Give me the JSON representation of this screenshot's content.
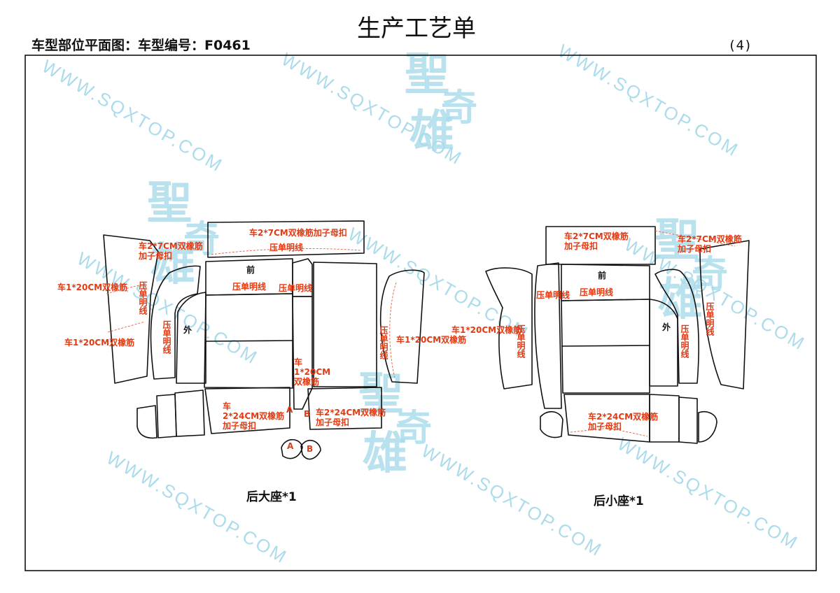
{
  "header": {
    "title": "生产工艺单",
    "subtitle": "车型部位平面图：车型编号：F0461",
    "page_no": "(4)"
  },
  "watermark": {
    "url_text": "WWW.SQXTOP.COM",
    "logo_chars": [
      "聖",
      "奇",
      "雄"
    ]
  },
  "left_assembly": {
    "caption": "后大座*1",
    "labels": {
      "top_strip": "车2*7CM双橡筋加子母扣",
      "top_strip_stitch": "压单明线",
      "left_outer_1": "车2*7CM双橡筋",
      "left_outer_2": "加子母扣",
      "left_side_a": "车1*20CM双橡筋",
      "left_side_b": "车1*20CM双橡筋",
      "left_vertical": "压单明线",
      "bolster_vertical": "压单明线",
      "outer_mark": "外",
      "front_mark": "前",
      "center_stitch_1": "压单明线",
      "center_stitch_2": "压单明线",
      "middle_strip_1": "车",
      "middle_strip_2": "1*20CM",
      "middle_strip_3": "双橡筋",
      "bottom_left_1": "车",
      "bottom_left_2": "2*24CM双橡筋",
      "bottom_left_3": "加子母扣",
      "bottom_right_1": "车2*24CM双橡筋",
      "bottom_right_2": "加子母扣",
      "mark_a": "A",
      "mark_b": "B",
      "right_bolster_vertical": "压单明线",
      "right_side": "车1*20CM双橡筋"
    }
  },
  "right_assembly": {
    "caption": "后小座*1",
    "labels": {
      "top_1": "车2*7CM双橡筋",
      "top_2": "加子母扣",
      "right_top_1": "车2*7CM双橡筋",
      "right_top_2": "加子母扣",
      "left_side": "车1*20CM双橡筋",
      "left_vertical": "压单明线",
      "front_mark": "前",
      "center_stitch_1": "压单明线",
      "center_stitch_2": "压单明线",
      "outer_mark": "外",
      "bolster_vertical": "压单明线",
      "right_vertical": "压单明线",
      "bottom_1": "车2*24CM双橡筋",
      "bottom_2": "加子母扣"
    }
  },
  "colors": {
    "annotation": "#e23b14",
    "seam": "#e8603a",
    "outline": "#111111",
    "watermark": "#9ed6e8"
  }
}
